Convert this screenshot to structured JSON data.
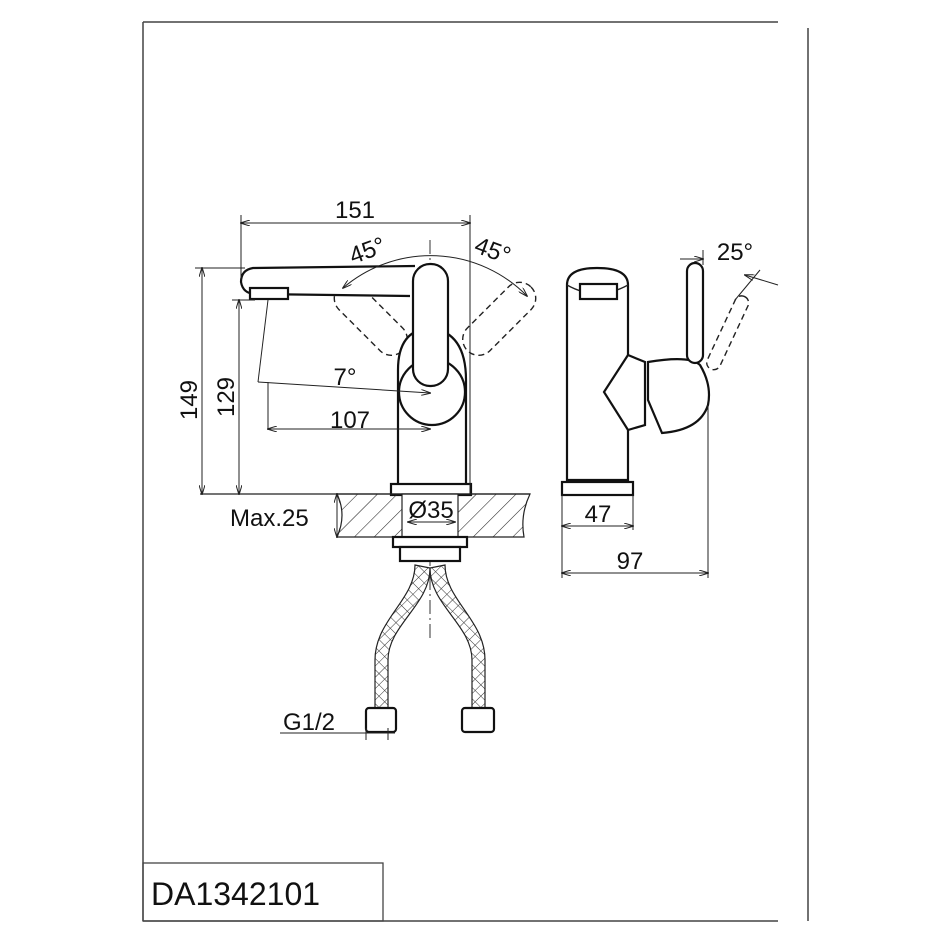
{
  "drawing": {
    "model_code": "DA1342101",
    "front_view": {
      "width_label": "151",
      "height_total_label": "149",
      "spout_height_label": "129",
      "reach_label": "107",
      "angle_left_label": "45°",
      "angle_right_label": "45°",
      "spout_angle_label": "7°",
      "deck_thickness_label": "Max.25",
      "hole_diameter_label": "Ø35",
      "connection_label": "G1/2"
    },
    "side_view": {
      "lever_tilt_label": "25°",
      "base_depth_label": "47",
      "total_depth_label": "97"
    }
  }
}
